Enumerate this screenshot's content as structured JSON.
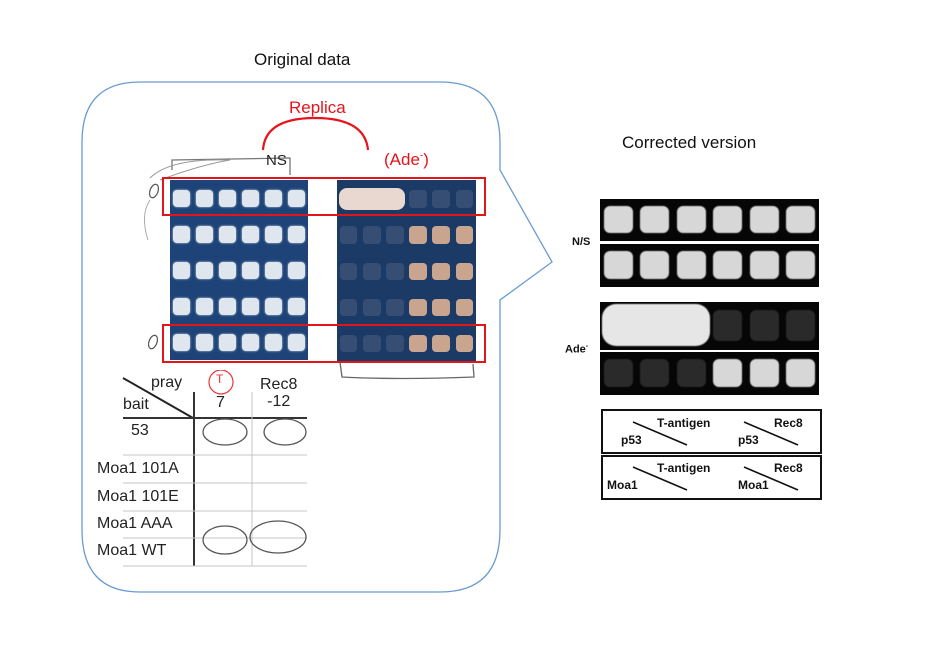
{
  "original": {
    "title": "Original data",
    "replica_label": "Replica",
    "ns_label": "NS",
    "ade_label_main": "(Ade",
    "ade_label_sup": "-",
    "ade_label_close": ")",
    "table": {
      "header_pray": "pray",
      "header_bait": "bait",
      "columns": [
        "7",
        "Rec8\n-12"
      ],
      "col1_circled_mark": "T",
      "rows": [
        "53",
        "Moa1 101A",
        "Moa1 101E",
        "Moa1 AAA",
        "Moa1 WT"
      ],
      "circled_cells": [
        [
          0,
          0
        ],
        [
          0,
          1
        ],
        [
          4,
          0
        ],
        [
          4,
          1
        ]
      ]
    },
    "plate_ns": {
      "rows": 5,
      "cols": 6,
      "growth": [
        [
          1,
          1,
          1,
          1,
          1,
          1
        ],
        [
          1,
          1,
          1,
          1,
          1,
          1
        ],
        [
          1,
          1,
          1,
          1,
          1,
          1
        ],
        [
          1,
          1,
          1,
          1,
          1,
          1
        ],
        [
          1,
          1,
          1,
          1,
          1,
          1
        ]
      ]
    },
    "plate_ade": {
      "rows": 5,
      "cols": 6,
      "growth": [
        [
          2,
          2,
          2,
          0,
          0,
          0
        ],
        [
          0,
          0,
          0,
          1,
          1,
          1
        ],
        [
          0,
          0,
          0,
          1,
          1,
          1
        ],
        [
          0,
          0,
          0,
          1,
          1,
          1
        ],
        [
          0,
          0,
          0,
          1,
          1,
          1
        ]
      ]
    }
  },
  "corrected": {
    "title": "Corrected version",
    "ns_label": "N/S",
    "ade_label": "Ade",
    "ade_sup": "-",
    "panels": [
      {
        "name": "ns-top",
        "growth": [
          1,
          1,
          1,
          1,
          1,
          1
        ]
      },
      {
        "name": "ns-bottom",
        "growth": [
          1,
          1,
          1,
          1,
          1,
          1
        ]
      },
      {
        "name": "ade-top",
        "growth": [
          2,
          2,
          2,
          0,
          0,
          0
        ]
      },
      {
        "name": "ade-bottom",
        "growth": [
          0,
          0,
          0,
          1,
          1,
          1
        ]
      }
    ],
    "legend": [
      {
        "left_top": "T-antigen",
        "left_bottom": "p53",
        "right_top": "Rec8",
        "right_bottom": "p53"
      },
      {
        "left_top": "T-antigen",
        "left_bottom": "Moa1",
        "right_top": "Rec8",
        "right_bottom": "Moa1"
      }
    ]
  },
  "colors": {
    "callout_border": "#6a9bd1",
    "highlight_red": "#e0161b",
    "plate_blue": "#1d4378"
  }
}
